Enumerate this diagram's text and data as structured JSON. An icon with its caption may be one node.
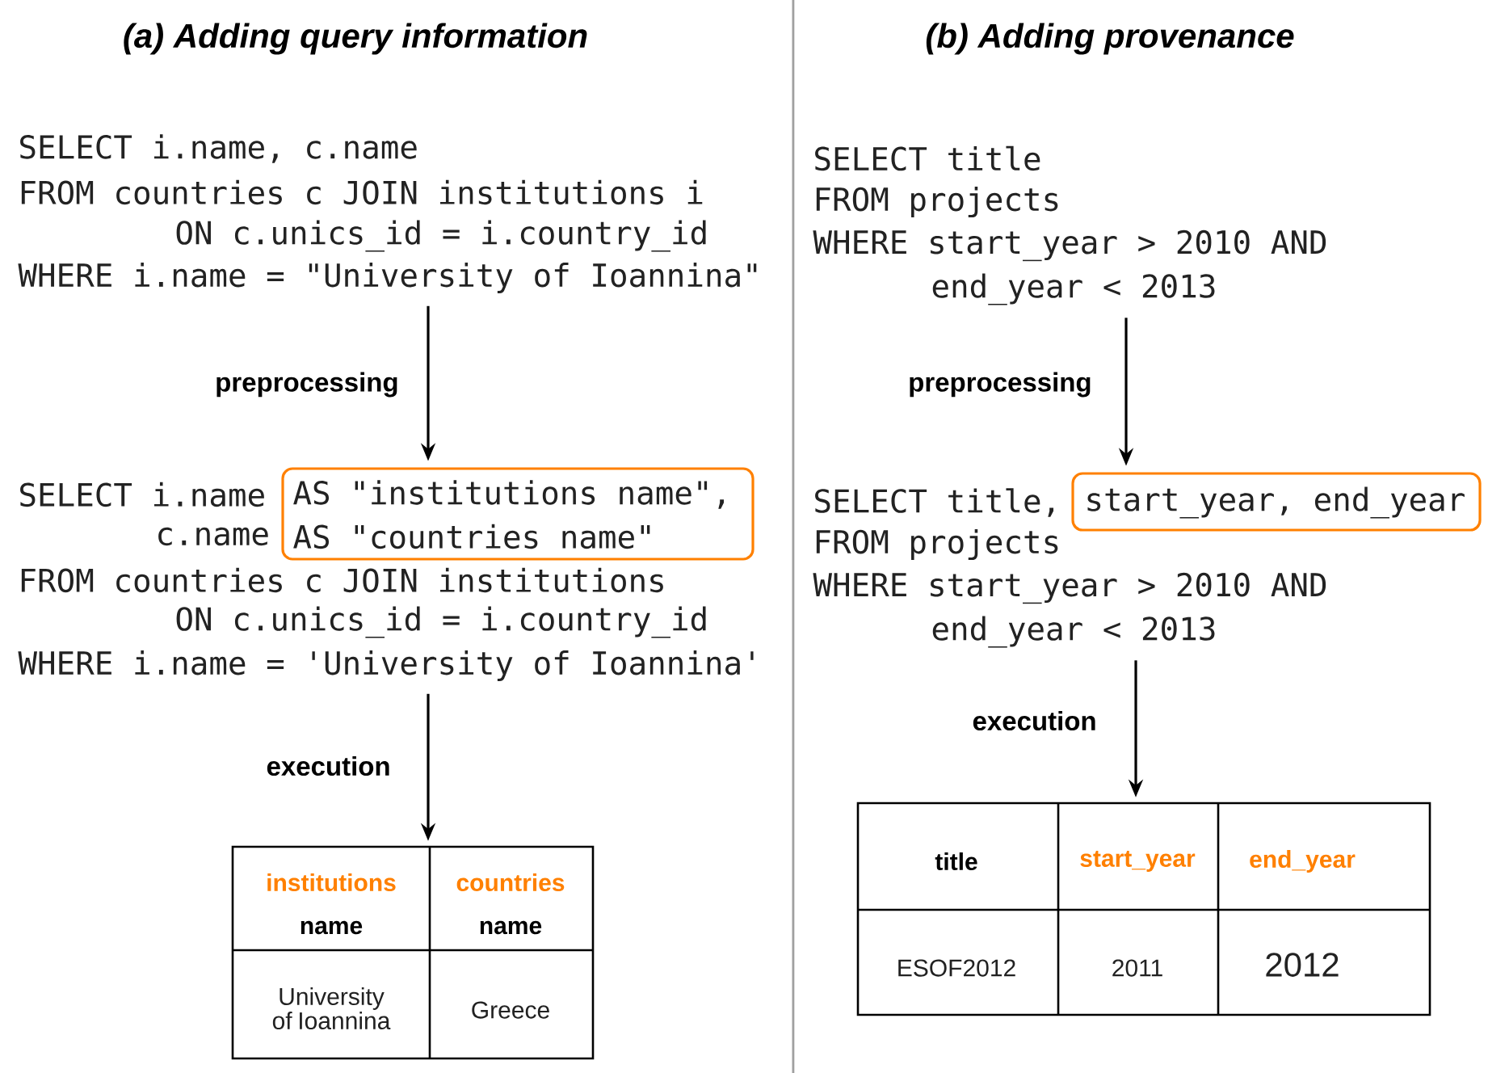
{
  "diagram": {
    "nodes": [
      {
        "text": [
          "SELECT i.name, c.name",
          "FROM countries c JOIN institutions i",
          "ON c.unics_id = i.country_id",
          "WHERE i.name = \"University of Ioannina\""
        ]
      },
      {
        "text": [
          "SELECT i.name",
          "c.name",
          "FROM countries c JOIN institutions",
          "ON c.unics_id = i.country_id",
          "WHERE i.name = 'University of Ioannina'"
        ]
      },
      {
        "text": [
          "AS \"institutions name\",",
          "AS \"countries name\""
        ],
        "in": 1
      },
      {
        "text": [
          "institutions",
          "name",
          "countries",
          "name",
          "University of Ioannina",
          "Greece"
        ]
      },
      {
        "text": [
          "SELECT title",
          "FROM projects",
          "WHERE start_year > 2010 AND",
          "end_year < 2013"
        ]
      },
      {
        "text": [
          "SELECT title,",
          "FROM projects",
          "WHERE start_year > 2010 AND",
          "end_year < 2013"
        ]
      },
      {
        "text": [
          "start_year, end_year"
        ],
        "in": 5
      },
      {
        "text": [
          "title",
          "start_year",
          "end_year",
          "ESOF2012",
          "2011",
          "2012"
        ]
      }
    ],
    "edges": [
      {
        "from": 0,
        "to": 1,
        "arrow": "to",
        "label": "preprocessing"
      },
      {
        "from": 1,
        "to": 3,
        "arrow": "to",
        "label": "execution"
      },
      {
        "from": 4,
        "to": 5,
        "arrow": "to",
        "label": "preprocessing"
      },
      {
        "from": 5,
        "to": 7,
        "arrow": "to",
        "label": "execution"
      }
    ],
    "labels": [
      "(a) Adding query information",
      "(b) Adding provenance"
    ]
  }
}
